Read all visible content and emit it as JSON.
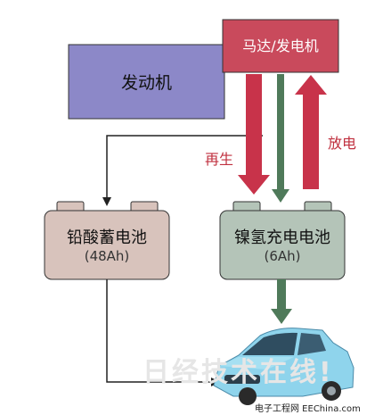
{
  "engine": {
    "label": "发动机"
  },
  "motor": {
    "label": "马达/发电机"
  },
  "lead_battery": {
    "name": "铅酸蓄电池",
    "capacity": "(48Ah)"
  },
  "nimh_battery": {
    "name": "镍氢充电电池",
    "capacity": "(6Ah)"
  },
  "arrows": {
    "regen_label": "再生",
    "discharge_label": "放电"
  },
  "watermark": {
    "text": "日经技术在线!"
  },
  "credit": {
    "text": "电子工程网 EEChina.com"
  },
  "colors": {
    "engine_fill": "#8c88c8",
    "motor_fill": "#c94a5c",
    "battery_fill_lead": "#d8c3bc",
    "battery_fill_nimh": "#b4c4b8",
    "red_arrow": "#c8334a",
    "green_arrow": "#4f7a5a",
    "line": "#222222"
  }
}
